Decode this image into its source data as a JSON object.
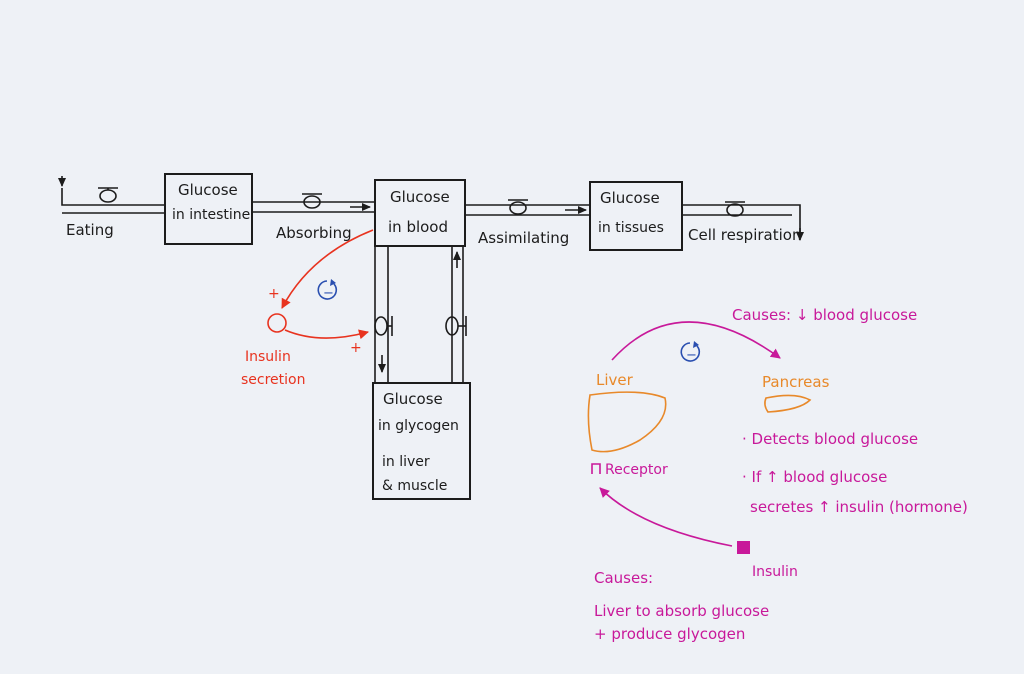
{
  "colors": {
    "ink": "#1c1c1c",
    "red": "#e8331f",
    "magenta": "#c8199a",
    "orange": "#e8892a",
    "blue": "#2a4fb0",
    "paper": "#eef1f6"
  },
  "stocks": {
    "intestine": {
      "line1": "Glucose",
      "line2": "in intestine"
    },
    "blood": {
      "line1": "Glucose",
      "line2": "in blood"
    },
    "tissues": {
      "line1": "Glucose",
      "line2": "in tissues"
    },
    "glycogen": {
      "line1": "Glucose",
      "line2": "in glycogen",
      "line3": "in liver",
      "line4": "& muscle"
    }
  },
  "flows": {
    "eating": "Eating",
    "absorbing": "Absorbing",
    "assimilating": "Assimilating",
    "respiration": "Cell respiration"
  },
  "loop": {
    "insulin_line1": "Insulin",
    "insulin_line2": "secretion",
    "plus": "+",
    "minus": "−"
  },
  "mechanism": {
    "top_cause": "Causes: ↓ blood glucose",
    "liver": "Liver",
    "pancreas": "Pancreas",
    "receptor": "Receptor",
    "bullet1": "· Detects blood glucose",
    "bullet2": "· If ↑ blood glucose",
    "bullet3": "secretes ↑ insulin (hormone)",
    "insulin": "Insulin",
    "causes": "Causes:",
    "cause_line1": "Liver to absorb glucose",
    "cause_line2": "+ produce glycogen",
    "minus": "−"
  },
  "icons": [
    "valve-icon",
    "arrow-icon",
    "balancing-loop-icon",
    "insulin-molecule-icon",
    "liver-icon",
    "pancreas-icon",
    "receptor-icon"
  ]
}
